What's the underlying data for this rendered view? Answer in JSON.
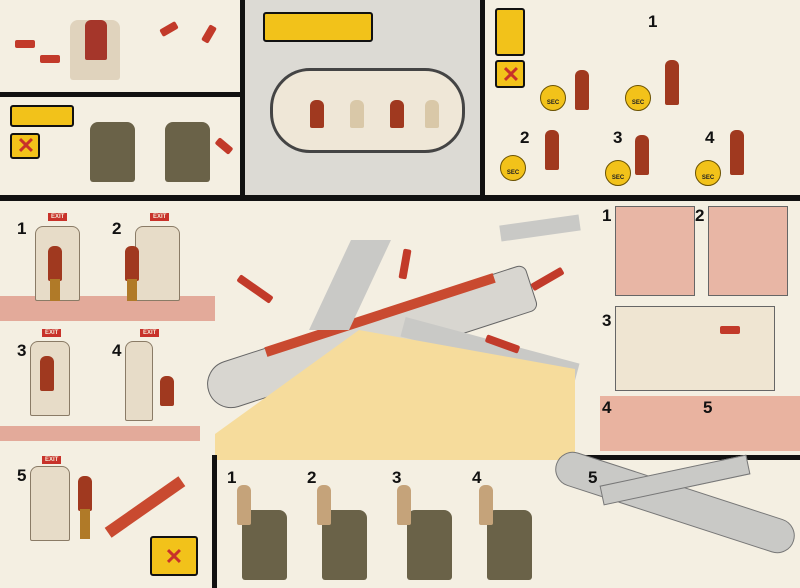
{
  "card": {
    "exit_label": "EXIT",
    "sec_label": "SEC",
    "oxygen_steps": [
      "1",
      "2",
      "3",
      "4"
    ],
    "door_steps": [
      "1",
      "2",
      "3",
      "4",
      "5"
    ],
    "overwing_steps": [
      "1",
      "2",
      "3"
    ],
    "tail_steps": [
      "4",
      "5"
    ],
    "seat_steps": [
      "1",
      "2",
      "3",
      "4",
      "5"
    ],
    "colors": {
      "accent_red": "#c23a2a",
      "sign_yellow": "#f2c21a",
      "floor_pink": "#e3aa9a",
      "cabin_grey": "#c9c9c6",
      "border": "#111111"
    }
  }
}
